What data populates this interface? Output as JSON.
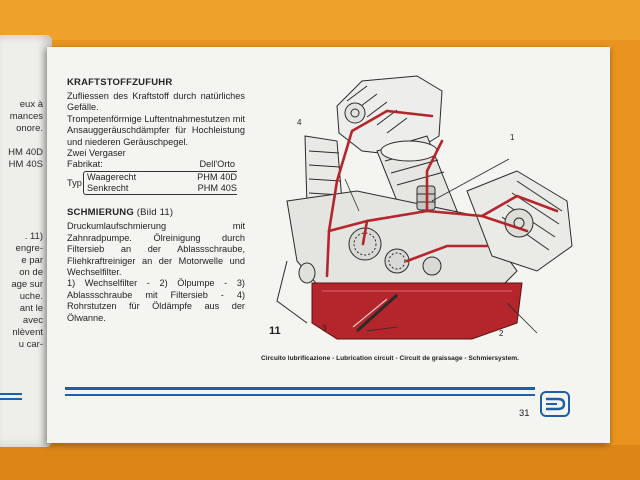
{
  "left_page": {
    "fragments": [
      "eux à",
      "mances",
      "onore.",
      "HM 40D",
      "HM 40S",
      ". 11)",
      "engre-",
      "e par",
      "on de",
      "age sur",
      "uche.",
      "ant le",
      "avec",
      "nlèvent",
      "u car-"
    ]
  },
  "page": {
    "fuel_section": {
      "heading": "KRAFTSTOFFZUFUHR",
      "p1": "Zufliessen des Kraftstoff durch natürliches Gefälle.",
      "p2": "Trompetenförmige Luftentnahmestutzen mit Ansauggeräuschdämpfer für Hochleistung und niederen Geräuschpegel.",
      "p3": "Zwei Vergaser",
      "fabrikat_label": "Fabrikat:",
      "fabrikat_value": "Dell'Orto",
      "typ_label": "Typ",
      "typ_rows": [
        {
          "label": "Waagerecht",
          "value": "PHM 40D"
        },
        {
          "label": "Senkrecht",
          "value": "PHM 40S"
        }
      ]
    },
    "lube_section": {
      "heading": "SCHMIERUNG",
      "heading_ref": "(Bild 11)",
      "p1": "Druckumlaufschmierung mit Zahnradpumpe. Ölreinigung durch Filtersieb an der Ablassschraube, Fliehkraftreiniger an der Motorwelle und Wechselfilter.",
      "p2": "1) Wechselfilter - 2) Ölpumpe - 3) Ablassschraube mit Filtersieb - 4) Rohrstutzen für Öldämpfe aus der Ölwanne."
    },
    "figure": {
      "number": "11",
      "callouts": [
        "1",
        "2",
        "3",
        "4"
      ],
      "caption": "Circuito lubrificazione - Lubrication circuit - Circuit de graissage - Schmiersystem."
    },
    "page_number": "31",
    "colors": {
      "accent_blue": "#1f5fa6",
      "oil_red": "#b4262b"
    }
  }
}
